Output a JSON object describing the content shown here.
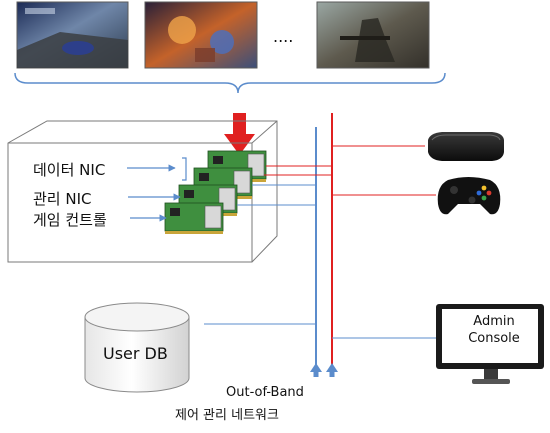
{
  "screenshots": [
    {
      "name": "racing-game-screenshot"
    },
    {
      "name": "action-game-screenshot"
    },
    {
      "name": "shooter-game-screenshot"
    }
  ],
  "ellipsis": "....",
  "nic_labels": {
    "data": "데이터 NIC",
    "mgmt": "관리 NIC",
    "game": "게임 컨트롤"
  },
  "database": {
    "label": "User DB"
  },
  "admin_console": {
    "line1": "Admin",
    "line2": "Console"
  },
  "oob": {
    "line1": "Out-of-Band",
    "line2": "제어 관리 네트워크"
  },
  "colors": {
    "accent_red": "#e02020",
    "network_blue": "#5b8ccc",
    "nic_green": "#3f8f3f"
  },
  "icons": {
    "set_top_box": "set-top-box-icon",
    "gamepad": "gamepad-icon"
  }
}
